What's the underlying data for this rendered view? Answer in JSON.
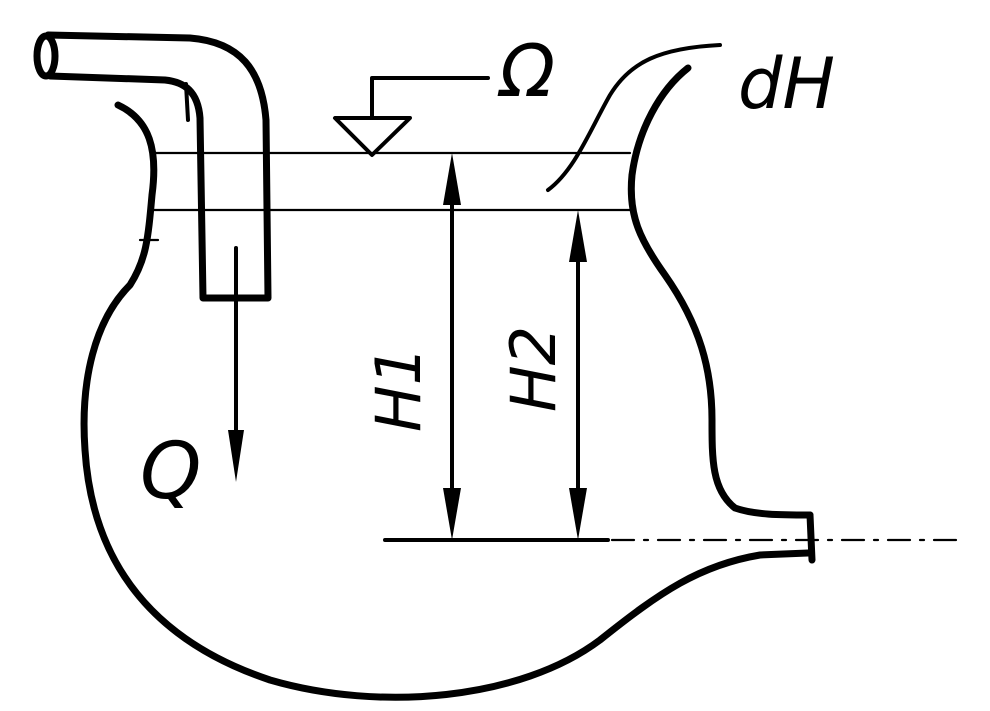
{
  "diagram": {
    "labels": {
      "surface_area": "Ω",
      "layer_thickness": "dH",
      "flow_rate": "Q",
      "initial_head": "H1",
      "final_head": "H2"
    },
    "colors": {
      "ink": "#000000",
      "paper": "#ffffff"
    }
  }
}
